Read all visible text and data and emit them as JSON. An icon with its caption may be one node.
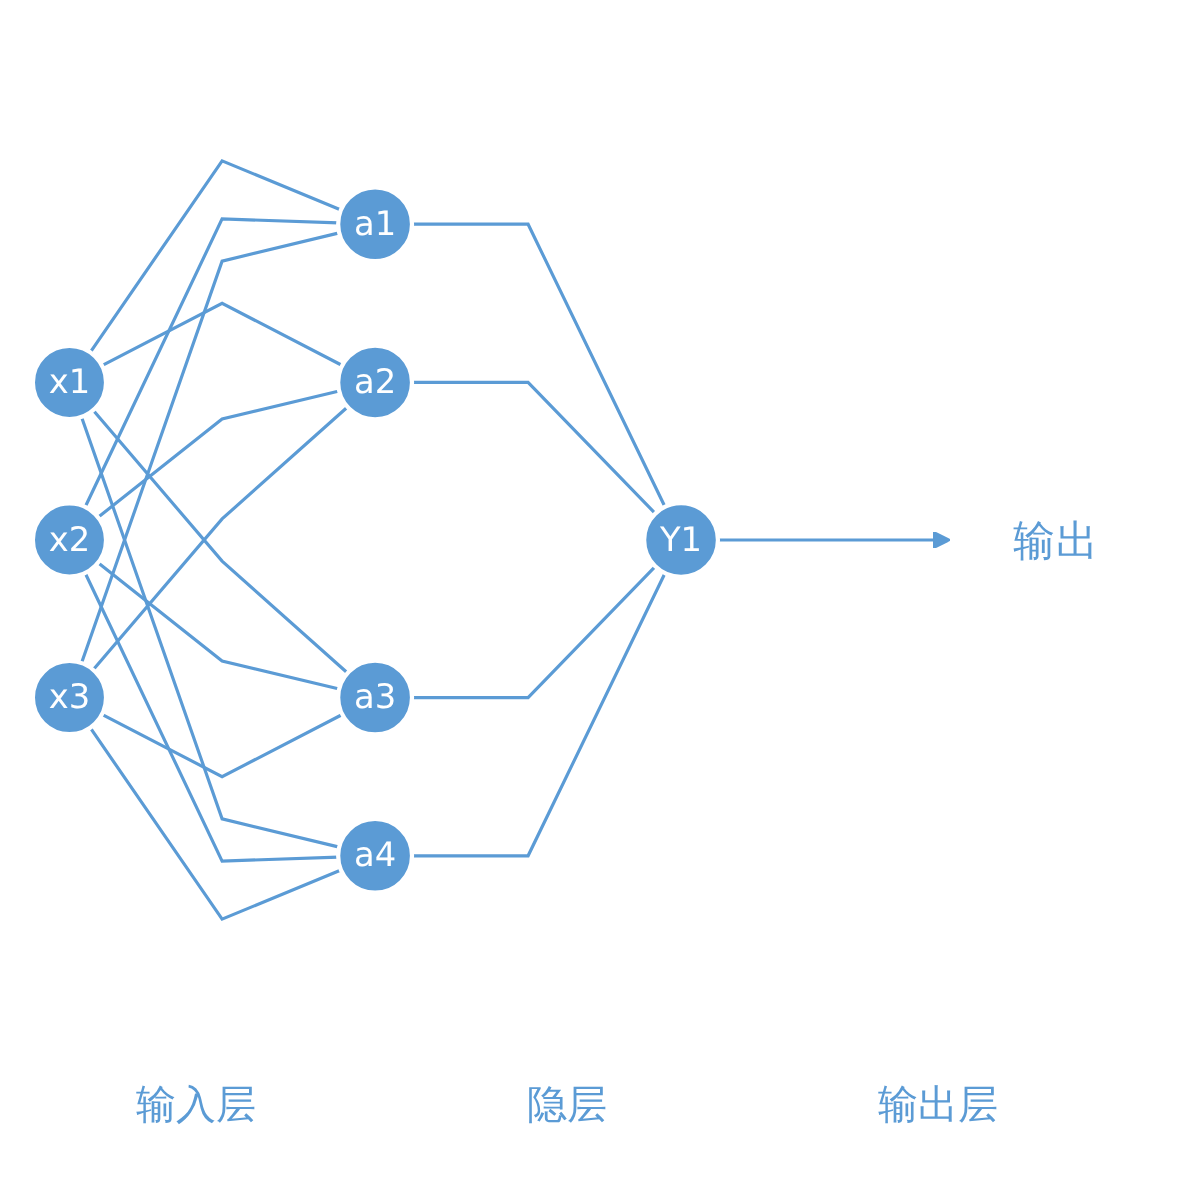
{
  "diagram": {
    "nodes": [
      {
        "text": [
          "x1"
        ]
      },
      {
        "text": [
          "x2"
        ]
      },
      {
        "text": [
          "x3"
        ]
      },
      {
        "text": [
          "a1"
        ]
      },
      {
        "text": [
          "a2"
        ]
      },
      {
        "text": [
          "a3"
        ]
      },
      {
        "text": [
          "a4"
        ]
      },
      {
        "text": [
          "Y1"
        ]
      },
      {
        "text": [
          "输出"
        ]
      }
    ],
    "edges": [
      {
        "from": 0,
        "to": 3,
        "arrow": "none"
      },
      {
        "from": 0,
        "to": 4,
        "arrow": "none"
      },
      {
        "from": 0,
        "to": 5,
        "arrow": "none"
      },
      {
        "from": 0,
        "to": 6,
        "arrow": "none"
      },
      {
        "from": 1,
        "to": 3,
        "arrow": "none"
      },
      {
        "from": 1,
        "to": 4,
        "arrow": "none"
      },
      {
        "from": 1,
        "to": 5,
        "arrow": "none"
      },
      {
        "from": 1,
        "to": 6,
        "arrow": "none"
      },
      {
        "from": 2,
        "to": 3,
        "arrow": "none"
      },
      {
        "from": 2,
        "to": 4,
        "arrow": "none"
      },
      {
        "from": 2,
        "to": 5,
        "arrow": "none"
      },
      {
        "from": 2,
        "to": 6,
        "arrow": "none"
      },
      {
        "from": 3,
        "to": 7,
        "arrow": "none"
      },
      {
        "from": 4,
        "to": 7,
        "arrow": "none"
      },
      {
        "from": 5,
        "to": 7,
        "arrow": "none"
      },
      {
        "from": 6,
        "to": 7,
        "arrow": "none"
      },
      {
        "from": 7,
        "to": 8,
        "arrow": "to"
      }
    ],
    "labels": [
      "输入层",
      "隐层",
      "输出层"
    ]
  }
}
